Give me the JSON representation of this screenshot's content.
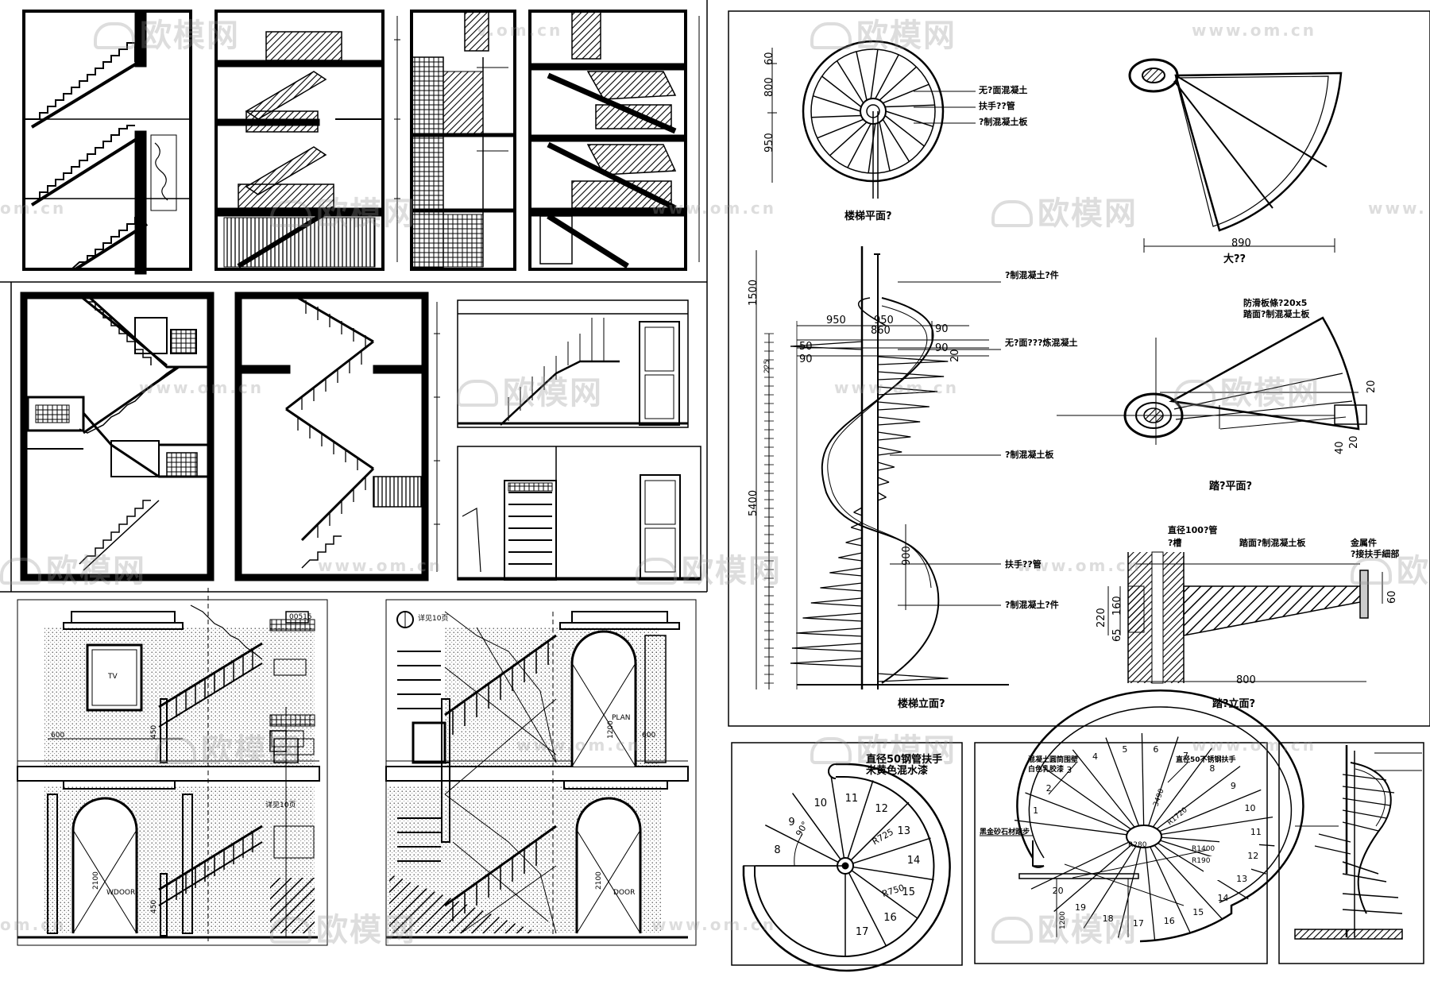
{
  "watermark": {
    "brand": "欧模网",
    "url": "www.om.cn",
    "url_partial": "om.cn",
    "url_w": "www.",
    "url_v": "v.om.cn"
  },
  "spiral_plan": {
    "title": "楼梯平面?",
    "labels": [
      "无?面混凝土",
      "扶手??管",
      "?制混凝土板"
    ],
    "dims": [
      "60",
      "800",
      "950"
    ]
  },
  "tread_detail": {
    "title": "大??",
    "dim": "890"
  },
  "spiral_elevation": {
    "title": "楼梯立面?",
    "labels": [
      "?制混凝土?件",
      "无?面???炼混凝土",
      "?制混凝土板",
      "扶手??管",
      "?制混凝土?件"
    ],
    "dims": {
      "total": "5400",
      "top": "1500",
      "left_w": "950",
      "right_w": "950",
      "mid_w": "860",
      "d90a": "90",
      "d90b": "90",
      "d50": "50",
      "d90c": "90",
      "d20": "20",
      "rail": "900",
      "step": "225"
    }
  },
  "tread_plan": {
    "title": "踏?平面?",
    "labels": [
      "防滑板條?20x5",
      "踏面?制混凝土板"
    ],
    "dims": [
      "20",
      "20",
      "40"
    ]
  },
  "tread_elev": {
    "title": "踏?立面?",
    "labels": [
      "直径100?管",
      "?槽",
      "踏面?制混凝土板",
      "金属件",
      "?接扶手細部"
    ],
    "dims": [
      "800",
      "220",
      "160",
      "65",
      "60"
    ]
  },
  "spiral_a": {
    "labels": [
      "直径50钢管扶手",
      "米黄色混水漆"
    ],
    "dims": [
      "90°",
      "R725",
      "R750"
    ],
    "steps": [
      "8",
      "9",
      "10",
      "11",
      "12",
      "13",
      "14",
      "15",
      "16",
      "17"
    ]
  },
  "spiral_b": {
    "labels": [
      "混凝土圆筒围壁",
      "白色乳胶漆",
      "直径50不锈钢扶手",
      "黑金砂石材踏步"
    ],
    "dims": [
      "R1720",
      "R1400",
      "R190",
      "R280",
      "3490",
      "1200"
    ],
    "steps": [
      "1",
      "2",
      "3",
      "4",
      "5",
      "6",
      "7",
      "8",
      "9",
      "10",
      "11",
      "12",
      "13",
      "14",
      "15",
      "16",
      "17",
      "18",
      "19",
      "20"
    ]
  },
  "elevations": {
    "tags": [
      "00515",
      "详见10页",
      "详见10页"
    ],
    "dims": [
      "600",
      "600",
      "1200",
      "2100",
      "2100",
      "450",
      "450"
    ],
    "text": [
      "WDOOR",
      "DOOR",
      "TV",
      "PLAN"
    ]
  }
}
